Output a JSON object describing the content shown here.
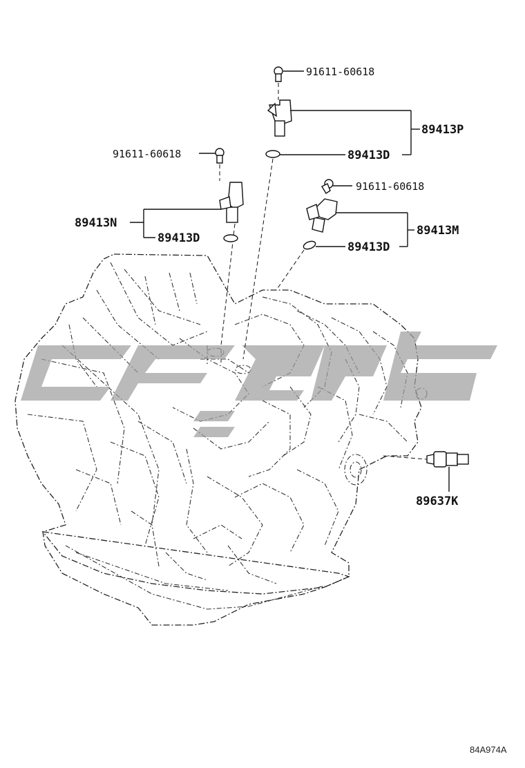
{
  "diagram": {
    "labels": {
      "bolt_p": "91611-60618",
      "bolt_n": "91611-60618",
      "bolt_m": "91611-60618",
      "sensor_p": "89413P",
      "oring_p": "89413D",
      "sensor_n": "89413N",
      "oring_n": "89413D",
      "sensor_m": "89413M",
      "oring_m": "89413D",
      "switch_k": "89637K"
    },
    "reference": "84A974A"
  }
}
